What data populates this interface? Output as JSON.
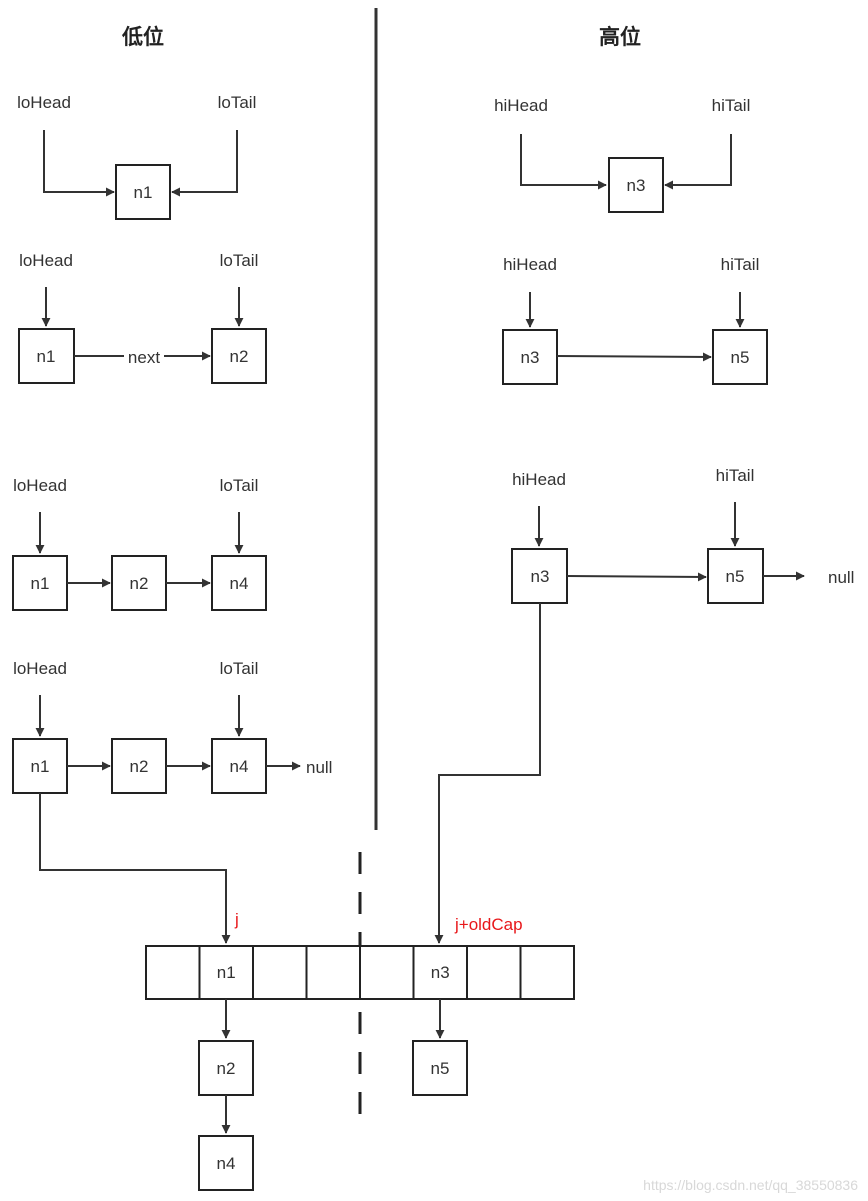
{
  "titles": {
    "low": "低位",
    "high": "高位"
  },
  "low_side": {
    "step1": {
      "head": "loHead",
      "tail": "loTail",
      "nodes": [
        "n1"
      ]
    },
    "step2": {
      "head": "loHead",
      "tail": "loTail",
      "nodes": [
        "n1",
        "n2"
      ],
      "link": "next"
    },
    "step3": {
      "head": "loHead",
      "tail": "loTail",
      "nodes": [
        "n1",
        "n2",
        "n4"
      ]
    },
    "step4": {
      "head": "loHead",
      "tail": "loTail",
      "nodes": [
        "n1",
        "n2",
        "n4"
      ],
      "end": "null"
    }
  },
  "high_side": {
    "step1": {
      "head": "hiHead",
      "tail": "hiTail",
      "nodes": [
        "n3"
      ]
    },
    "step2": {
      "head": "hiHead",
      "tail": "hiTail",
      "nodes": [
        "n3",
        "n5"
      ]
    },
    "step3": {
      "head": "hiHead",
      "tail": "hiTail",
      "nodes": [
        "n3",
        "n5"
      ],
      "end": "null"
    }
  },
  "table": {
    "index_low": "j",
    "index_high": "j+oldCap",
    "slots": [
      "",
      "n1",
      "",
      "",
      "",
      "n3",
      "",
      ""
    ],
    "low_chain": [
      "n2",
      "n4"
    ],
    "high_chain": [
      "n5"
    ]
  },
  "watermark": "https://blog.csdn.net/qq_38550836"
}
